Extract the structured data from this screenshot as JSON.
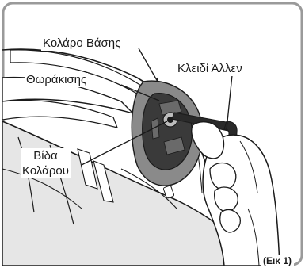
{
  "callouts": {
    "collar_base": "Κολάρο Βάσης",
    "shell": "Θωράκισης",
    "allen_key": "Κλειδί Άλλεν",
    "collar_screw_line1": "Βίδα",
    "collar_screw_line2": "Κολάρου"
  },
  "figure_label": "(Εικ 1)",
  "colors": {
    "frame": "#9a9a9a",
    "shell_fill": "#e6e6e6",
    "collar_fill": "#8a8a8a",
    "mount_fill": "#3a3a3a",
    "outline": "#1a1a1a"
  },
  "icons": [
    "helmet-illustration",
    "hand-illustration",
    "allen-key-illustration",
    "collar-screw-icon"
  ]
}
